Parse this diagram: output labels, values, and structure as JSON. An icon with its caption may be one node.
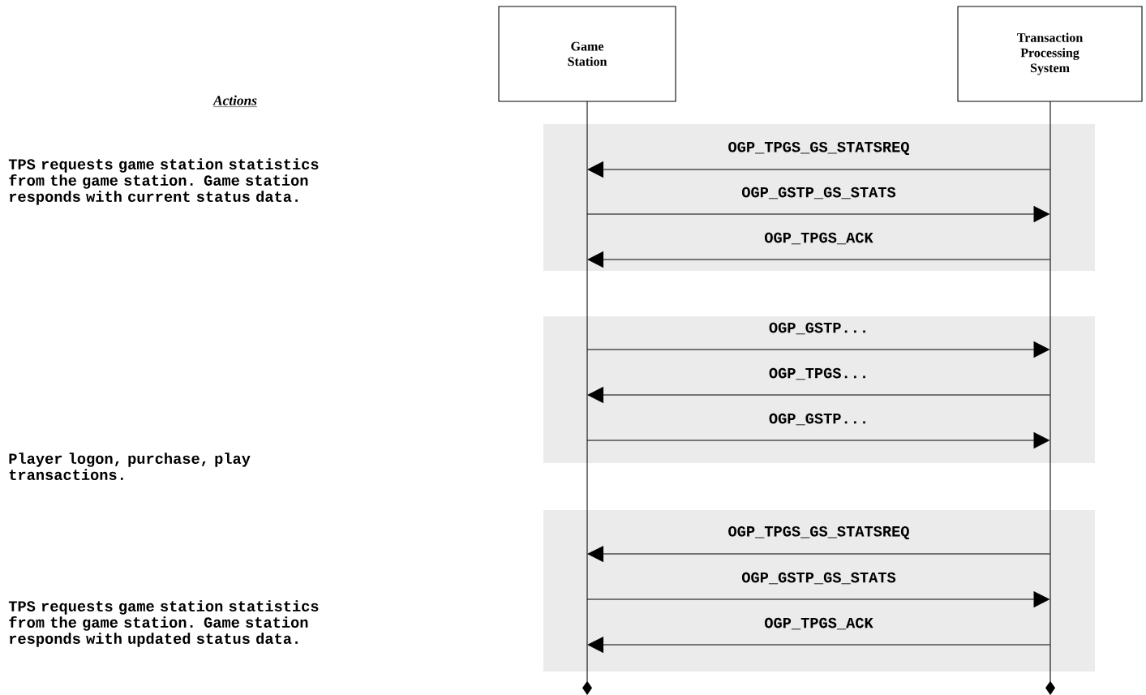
{
  "diagram": {
    "nodes": [
      {
        "text": [
          "Game Station"
        ]
      },
      {
        "text": [
          "Transaction Processing System"
        ]
      }
    ],
    "edges": [
      {
        "from": 1,
        "to": 0,
        "arrow": "to",
        "label": "OGP_TPGS_GS_STATSREQ"
      },
      {
        "from": 0,
        "to": 1,
        "arrow": "to",
        "label": "OGP_GSTP_GS_STATS"
      },
      {
        "from": 1,
        "to": 0,
        "arrow": "to",
        "label": "OGP_TPGS_ACK"
      },
      {
        "from": 0,
        "to": 1,
        "arrow": "to",
        "label": "OGP_GSTP..."
      },
      {
        "from": 1,
        "to": 0,
        "arrow": "to",
        "label": "OGP_TPGS..."
      },
      {
        "from": 0,
        "to": 1,
        "arrow": "to",
        "label": "OGP_GSTP..."
      },
      {
        "from": 1,
        "to": 0,
        "arrow": "to",
        "label": "OGP_TPGS_GS_STATSREQ"
      },
      {
        "from": 0,
        "to": 1,
        "arrow": "to",
        "label": "OGP_GSTP_GS_STATS"
      },
      {
        "from": 1,
        "to": 0,
        "arrow": "to",
        "label": "OGP_TPGS_ACK"
      }
    ],
    "labels": [
      "Actions",
      "TPS requests game station statistics from the game station. Game station responds with current status data.",
      "Player logon, purchase, play transactions.",
      "TPS requests game station statistics from the game station. Game station responds with updated status data."
    ]
  }
}
